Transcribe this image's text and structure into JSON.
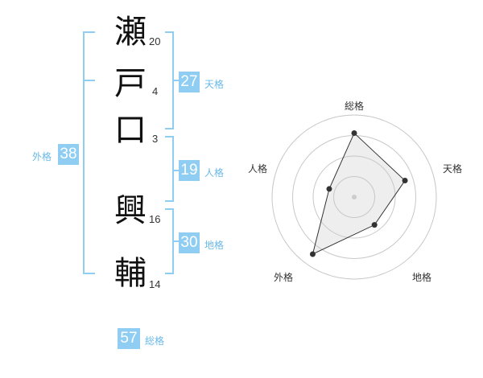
{
  "name": {
    "chars": [
      {
        "char": "瀬",
        "strokes": "20"
      },
      {
        "char": "戸",
        "strokes": "4"
      },
      {
        "char": "口",
        "strokes": "3"
      },
      {
        "char": "興",
        "strokes": "16"
      },
      {
        "char": "輔",
        "strokes": "14"
      }
    ]
  },
  "kaku": {
    "tenkaku": {
      "value": "27",
      "label": "天格"
    },
    "jinkaku": {
      "value": "19",
      "label": "人格"
    },
    "chikaku": {
      "value": "30",
      "label": "地格"
    },
    "gaikaku": {
      "value": "38",
      "label": "外格"
    },
    "soukaku": {
      "value": "57",
      "label": "総格"
    }
  },
  "accent_color": "#8fcdf3",
  "chart_data": {
    "type": "radar",
    "axes": [
      "総格",
      "天格",
      "地格",
      "外格",
      "人格"
    ],
    "values": [
      0.78,
      0.65,
      0.42,
      0.86,
      0.32
    ],
    "range": [
      0,
      1
    ],
    "rings": 4
  }
}
